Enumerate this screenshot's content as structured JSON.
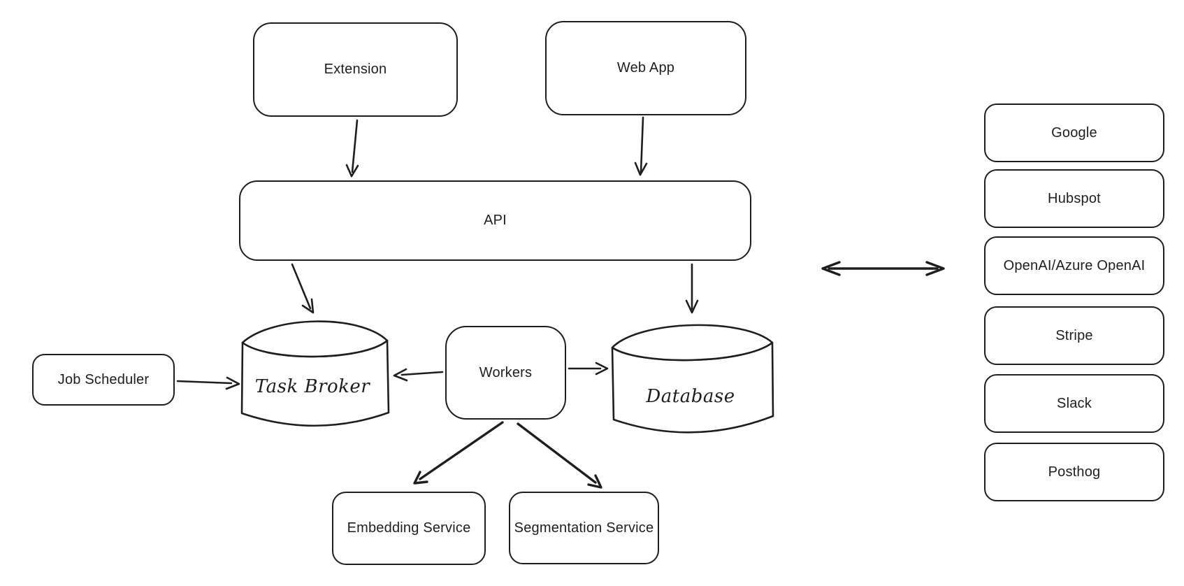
{
  "diagram": {
    "style": {
      "background": "#ffffff",
      "stroke_color": "#1e1e1e",
      "text_color": "#1e1e1e"
    },
    "nodes": {
      "extension": {
        "label": "Extension",
        "shape": "rounded-rect"
      },
      "web_app": {
        "label": "Web App",
        "shape": "rounded-rect"
      },
      "api": {
        "label": "API",
        "shape": "rounded-rect"
      },
      "job_scheduler": {
        "label": "Job Scheduler",
        "shape": "rounded-rect"
      },
      "task_broker": {
        "label": "Task Broker",
        "shape": "cylinder"
      },
      "workers": {
        "label": "Workers",
        "shape": "rounded-rect"
      },
      "database": {
        "label": "Database",
        "shape": "cylinder"
      },
      "embedding_service": {
        "label": "Embedding Service",
        "shape": "rounded-rect"
      },
      "segmentation_service": {
        "label": "Segmentation Service",
        "shape": "rounded-rect"
      }
    },
    "integrations": [
      "Google",
      "Hubspot",
      "OpenAI/Azure OpenAI",
      "Stripe",
      "Slack",
      "Posthog"
    ],
    "edges": [
      {
        "from": "Extension",
        "to": "API",
        "type": "arrow"
      },
      {
        "from": "Web App",
        "to": "API",
        "type": "arrow"
      },
      {
        "from": "API",
        "to": "Task Broker",
        "type": "arrow"
      },
      {
        "from": "API",
        "to": "Database",
        "type": "arrow"
      },
      {
        "from": "Job Scheduler",
        "to": "Task Broker",
        "type": "arrow"
      },
      {
        "from": "Workers",
        "to": "Task Broker",
        "type": "arrow"
      },
      {
        "from": "Workers",
        "to": "Database",
        "type": "arrow"
      },
      {
        "from": "Workers",
        "to": "Embedding Service",
        "type": "arrow"
      },
      {
        "from": "Workers",
        "to": "Segmentation Service",
        "type": "arrow"
      },
      {
        "from": "API",
        "to": "External Integrations",
        "type": "double-arrow"
      }
    ]
  }
}
